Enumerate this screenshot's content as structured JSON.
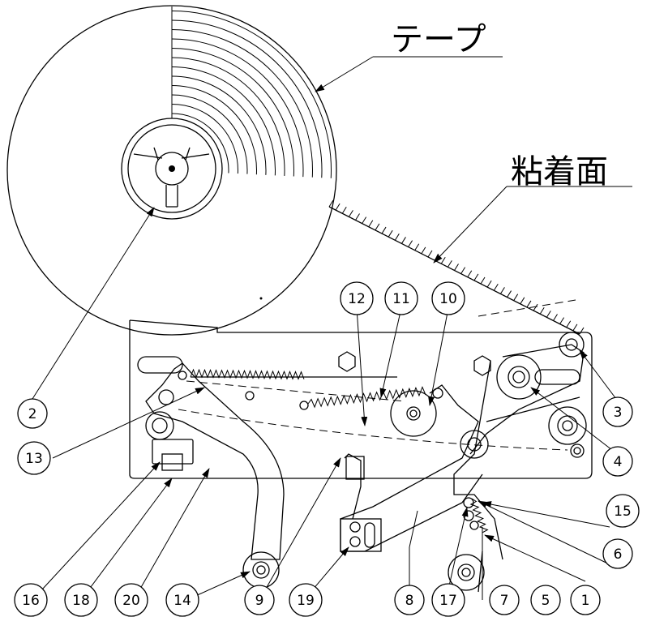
{
  "title_tape": "テープ",
  "title_adhesive": "粘着面",
  "part_numbers": [
    "1",
    "2",
    "3",
    "4",
    "5",
    "6",
    "7",
    "8",
    "9",
    "10",
    "11",
    "12",
    "13",
    "14",
    "15",
    "16",
    "17",
    "18",
    "19",
    "20"
  ]
}
